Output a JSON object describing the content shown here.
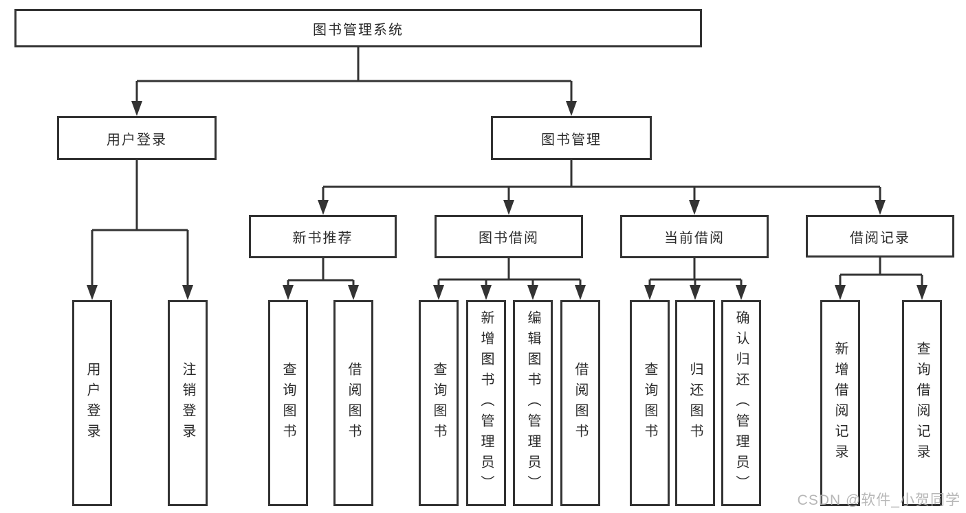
{
  "tree": {
    "label": "图书管理系统",
    "children": [
      {
        "label": "用户登录",
        "children": [
          {
            "label": "用户登录"
          },
          {
            "label": "注销登录"
          }
        ]
      },
      {
        "label": "图书管理",
        "children": [
          {
            "label": "新书推荐",
            "children": [
              {
                "label": "查询图书"
              },
              {
                "label": "借阅图书"
              }
            ]
          },
          {
            "label": "图书借阅",
            "children": [
              {
                "label": "查询图书"
              },
              {
                "label": "新增图书（管理员）"
              },
              {
                "label": "编辑图书（管理员）"
              },
              {
                "label": "借阅图书"
              }
            ]
          },
          {
            "label": "当前借阅",
            "children": [
              {
                "label": "查询图书"
              },
              {
                "label": "归还图书"
              },
              {
                "label": "确认归还（管理员）"
              }
            ]
          },
          {
            "label": "借阅记录",
            "children": [
              {
                "label": "新增借阅记录"
              },
              {
                "label": "查询借阅记录"
              }
            ]
          }
        ]
      }
    ]
  },
  "watermark": {
    "text": "CSDN @软件_小贺同学"
  },
  "colors": {
    "line": "#333333",
    "text": "#2b2b2b",
    "background": "#ffffff",
    "watermark": "#b0b0b0"
  }
}
